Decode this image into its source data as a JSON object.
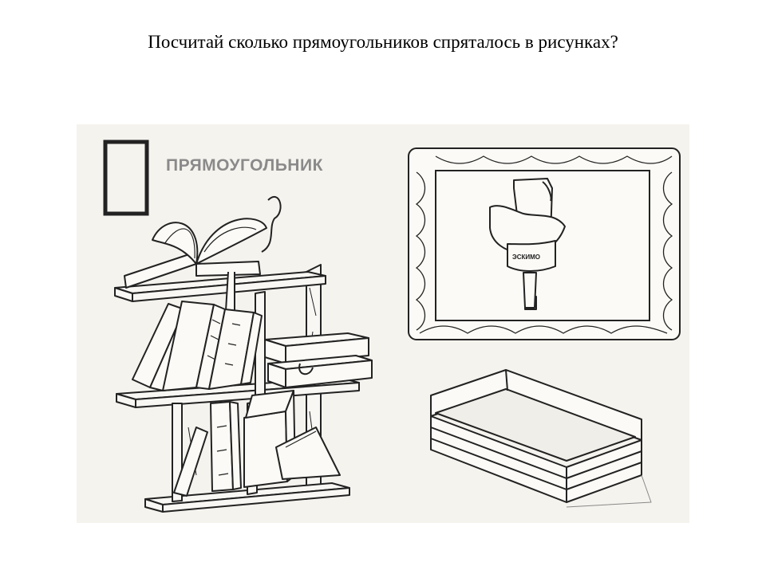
{
  "title": "Посчитай сколько прямоугольников спряталось в рисунках?",
  "worksheet": {
    "shape_label": "ПРЯМОУГОЛЬНИК",
    "popsicle_label": "ЭСКИМО"
  }
}
